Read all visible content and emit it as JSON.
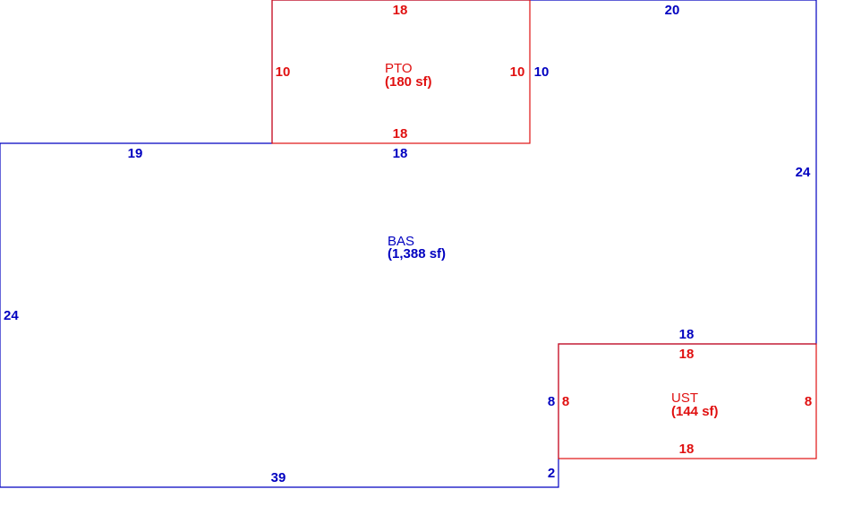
{
  "colors": {
    "main": "#0000c0",
    "addition": "#e01010"
  },
  "areas": {
    "bas": {
      "code": "BAS",
      "area": "(1,388 sf)"
    },
    "pto": {
      "code": "PTO",
      "area": "(180 sf)"
    },
    "ust": {
      "code": "UST",
      "area": "(144 sf)"
    }
  },
  "dimensions": {
    "bas_top_left": "19",
    "bas_top_mid": "18",
    "bas_top_right": "20",
    "bas_right_upper": "24",
    "bas_ust_top": "18",
    "bas_ust_left": "8",
    "bas_ust_gap": "2",
    "bas_bottom": "39",
    "bas_left": "24",
    "bas_pto_right": "10",
    "pto_top": "18",
    "pto_bottom": "18",
    "pto_left": "10",
    "pto_right": "10",
    "ust_top": "18",
    "ust_bottom": "18",
    "ust_left": "8",
    "ust_right": "8"
  }
}
